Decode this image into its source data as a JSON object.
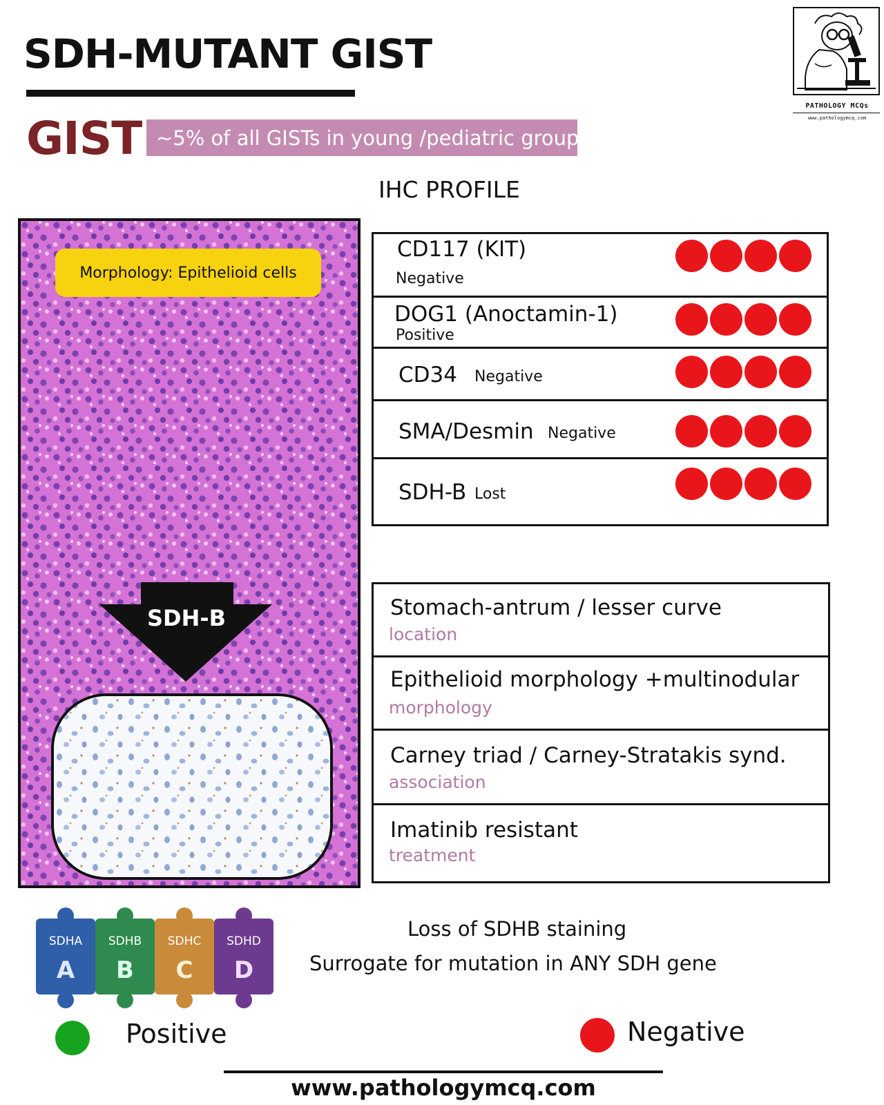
{
  "header": {
    "title": "SDH-MUTANT GIST",
    "gist_word": "GIST",
    "banner": "~5% of all GISTs in young /pediatric group"
  },
  "logo": {
    "name": "PATHOLOGY MCQs",
    "url": "www.pathologymcq.com"
  },
  "ihc": {
    "heading": "IHC PROFILE",
    "rows": [
      {
        "name": "CD117 (KIT)",
        "result": "Negative"
      },
      {
        "name": "DOG1 (Anoctamin-1)",
        "result": "Positive"
      },
      {
        "name": "CD34",
        "result": "Negative"
      },
      {
        "name": "SMA/Desmin",
        "result": "Negative"
      },
      {
        "name": "SDH-B",
        "result": "Lost"
      }
    ],
    "dot_color": "#e8161b"
  },
  "histology": {
    "morphology_label": "Morphology: Epithelioid cells",
    "arrow_label": "SDH-B"
  },
  "features": [
    {
      "main": "Stomach-antrum / lesser curve",
      "sub": "location"
    },
    {
      "main": "Epithelioid morphology +multinodular",
      "sub": "morphology"
    },
    {
      "main": "Carney triad / Carney-Stratakis synd.",
      "sub": "association"
    },
    {
      "main": "Imatinib resistant",
      "sub": "treatment"
    }
  ],
  "puzzle": {
    "pieces": [
      {
        "name": "SDHA",
        "letter": "A",
        "color": "#2f5fa8"
      },
      {
        "name": "SDHB",
        "letter": "B",
        "color": "#2e8a4f"
      },
      {
        "name": "SDHC",
        "letter": "C",
        "color": "#c98a3a"
      },
      {
        "name": "SDHD",
        "letter": "D",
        "color": "#6c3b8f"
      }
    ]
  },
  "note": {
    "line1": "Loss of SDHB staining",
    "line2": "Surrogate for mutation in ANY SDH gene"
  },
  "legend": {
    "positive": "Positive",
    "positive_color": "#17a31d",
    "negative": "Negative",
    "negative_color": "#e8161b"
  },
  "footer": {
    "url": "www.pathologymcq.com"
  }
}
